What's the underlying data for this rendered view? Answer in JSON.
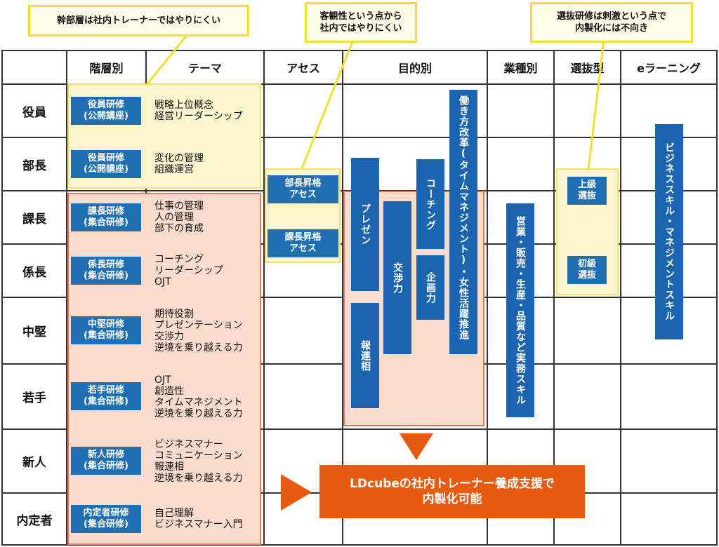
{
  "colors": {
    "badge_blue": "#1f6fb2",
    "bar_blue": "#1a64b0",
    "zone_yellow_fill": "#fdf5cf",
    "zone_yellow_border": "#f2e274",
    "zone_pink_fill": "#fbdccc",
    "zone_pink_border": "#e2785c",
    "callout_border": "#f4de32",
    "accent_orange": "#e65b10"
  },
  "callouts": {
    "executive": {
      "lines": [
        "幹部層は社内トレーナーではやりにくい"
      ]
    },
    "assessment": {
      "lines": [
        "客観性という点から",
        "社内ではやりにくい"
      ]
    },
    "selection": {
      "lines": [
        "選抜研修は刺激という点で",
        "内製化には不向き"
      ]
    }
  },
  "columns": {
    "level": "階層別",
    "theme": "テーマ",
    "assessment": "アセス",
    "purpose": "目的別",
    "industry": "業種別",
    "selection": "選抜型",
    "elearning": "eラーニング"
  },
  "rows": [
    {
      "label": "役員",
      "badge": [
        "役員研修",
        "(公開講座)"
      ],
      "themes": [
        "戦略上位概念",
        "経営リーダーシップ"
      ]
    },
    {
      "label": "部長",
      "badge": [
        "役員研修",
        "(公開講座)"
      ],
      "themes": [
        "変化の管理",
        "組織運営"
      ]
    },
    {
      "label": "課長",
      "badge": [
        "課長研修",
        "(集合研修)"
      ],
      "themes": [
        "仕事の管理",
        "人の管理",
        "部下の育成"
      ]
    },
    {
      "label": "係長",
      "badge": [
        "係長研修",
        "(集合研修)"
      ],
      "themes": [
        "コーチング",
        "リーダーシップ",
        "OJT"
      ]
    },
    {
      "label": "中堅",
      "badge": [
        "中堅研修",
        "(集合研修)"
      ],
      "themes": [
        "期待役割",
        "プレゼンテーション",
        "交渉力",
        "逆境を乗り越える力"
      ]
    },
    {
      "label": "若手",
      "badge": [
        "若手研修",
        "(集合研修)"
      ],
      "themes": [
        "OJT",
        "創造性",
        "タイムマネジメント",
        "逆境を乗り越える力"
      ]
    },
    {
      "label": "新人",
      "badge": [
        "新人研修",
        "(集合研修)"
      ],
      "themes": [
        "ビジネスマナー",
        "コミュニケーション",
        "報連相",
        "逆境を乗り越える力"
      ]
    },
    {
      "label": "内定者",
      "badge": [
        "内定者研修",
        "(集合研修)"
      ],
      "themes": [
        "自己理解",
        "ビジネスマナー入門"
      ]
    }
  ],
  "assessment": {
    "buchou": [
      "部長昇格",
      "アセス"
    ],
    "kachou": [
      "課長昇格",
      "アセス"
    ]
  },
  "purpose_bars": {
    "presen": "プレゼン",
    "horensou": "報連相",
    "koushou": "交渉力",
    "coaching": "コーチング",
    "kikaku": "企画力",
    "hatarakikata": "働き方改革(タイムマネジメント)・女性活躍推進"
  },
  "industry_bar": "営業・販売・生産・品質など実務スキル",
  "selection": {
    "upper": [
      "上級",
      "選抜"
    ],
    "entry": [
      "初級",
      "選抜"
    ]
  },
  "elearning_bar": "ビジネススキル・マネジメントスキル",
  "result": {
    "lines": [
      "LDcubeの社内トレーナー養成支援で",
      "内製化可能"
    ]
  }
}
